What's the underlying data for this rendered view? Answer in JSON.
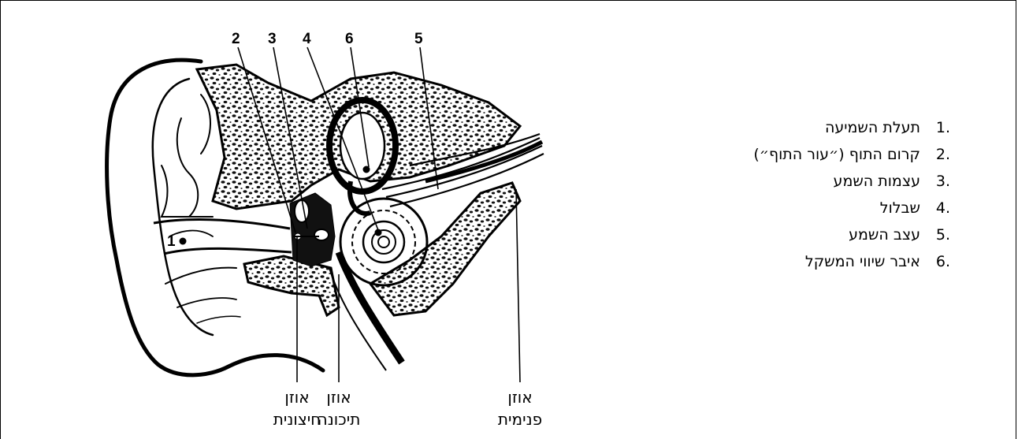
{
  "diagram": {
    "numbers": {
      "n1": "1",
      "n2": "2",
      "n3": "3",
      "n4": "4",
      "n5": "5",
      "n6": "6"
    },
    "regions": {
      "outer": [
        "אוזן",
        "חיצונית"
      ],
      "middle": [
        "אוזן",
        "תיכונה"
      ],
      "inner": [
        "אוזן",
        "פנימית"
      ]
    }
  },
  "legend": [
    {
      "num": ".1",
      "label": "תעלת השמיעה"
    },
    {
      "num": ".2",
      "label": "קרום התוף (״עור התוף״)"
    },
    {
      "num": ".3",
      "label": "עצמות השמע"
    },
    {
      "num": ".4",
      "label": "שבלול"
    },
    {
      "num": ".5",
      "label": "עצב השמע"
    },
    {
      "num": ".6",
      "label": "איבר שיווי המשקל"
    }
  ]
}
